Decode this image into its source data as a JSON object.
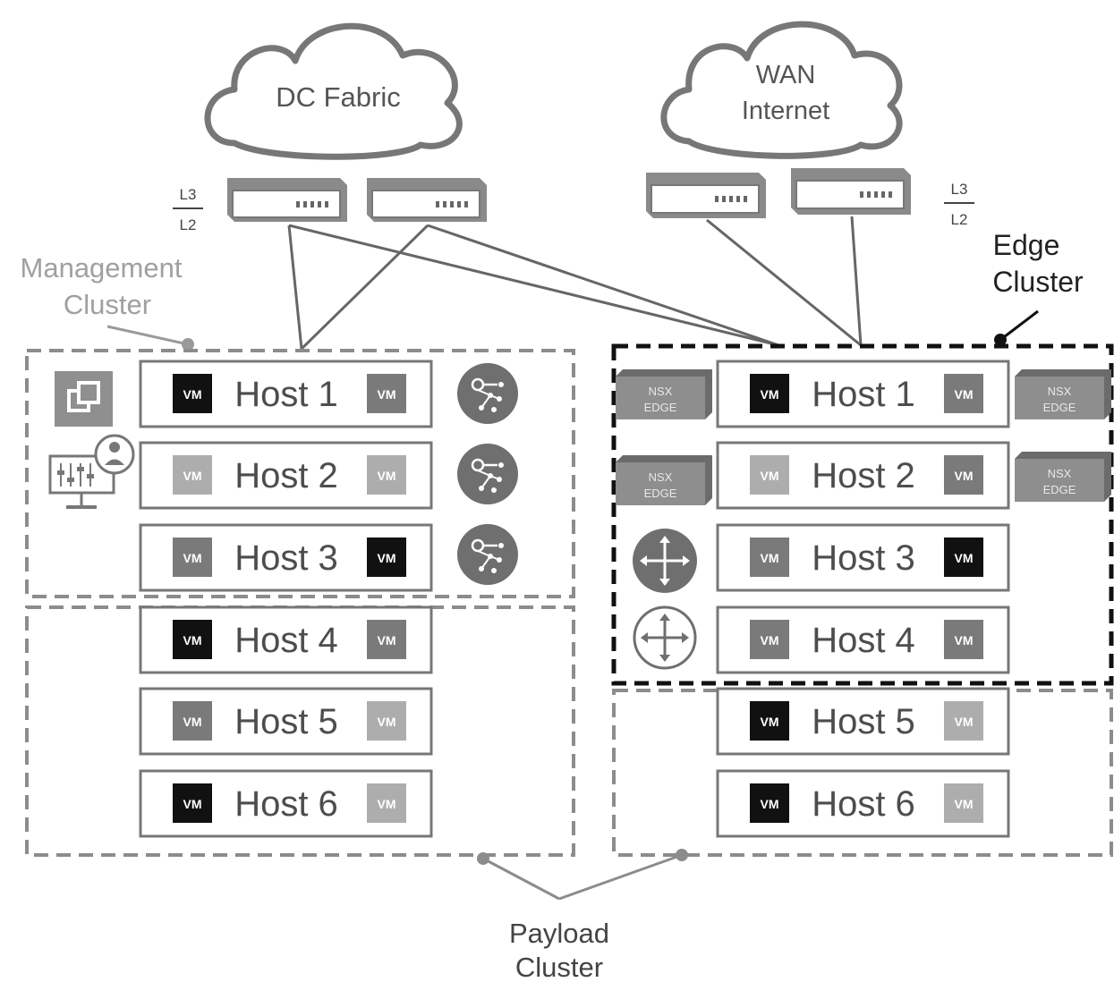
{
  "clouds": {
    "dc": {
      "label": "DC Fabric"
    },
    "wan": {
      "line1": "WAN",
      "line2": "Internet"
    }
  },
  "layer_labels": {
    "top": "L3",
    "bottom": "L2"
  },
  "labels": {
    "management_line1": "Management",
    "management_line2": "Cluster",
    "edge_line1": "Edge",
    "edge_line2": "Cluster",
    "payload_line1": "Payload",
    "payload_line2": "Cluster"
  },
  "vm_badge": "VM",
  "nsx": {
    "line1": "NSX",
    "line2": "EDGE"
  },
  "left_hosts": [
    {
      "label": "Host 1"
    },
    {
      "label": "Host 2"
    },
    {
      "label": "Host 3"
    },
    {
      "label": "Host 4"
    },
    {
      "label": "Host 5"
    },
    {
      "label": "Host 6"
    }
  ],
  "right_hosts": [
    {
      "label": "Host 1"
    },
    {
      "label": "Host 2"
    },
    {
      "label": "Host 3"
    },
    {
      "label": "Host 4"
    },
    {
      "label": "Host 5"
    },
    {
      "label": "Host 6"
    }
  ],
  "colors": {
    "line": "#666666",
    "dash_gray": "#8c8c8c",
    "dash_black": "#111111",
    "vm_black": "#111111",
    "vm_dark": "#7a7a7a",
    "vm_light": "#adadad",
    "text": "#4d4d4d",
    "muted_text": "#9a9a9a"
  }
}
